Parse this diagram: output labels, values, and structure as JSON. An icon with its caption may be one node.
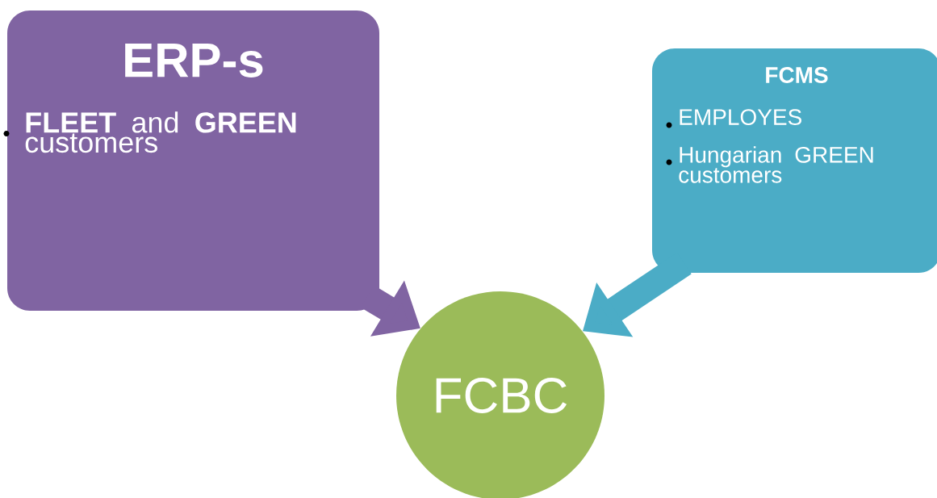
{
  "diagram": {
    "nodes": [
      {
        "text": [
          "ERP-s",
          "**FLEET** and **GREEN** customers"
        ]
      },
      {
        "text": [
          "FCMS",
          "EMPLOYES",
          "Hungarian GREEN customers"
        ]
      },
      {
        "text": [
          "FCBC"
        ]
      }
    ],
    "edges": [
      {
        "from": 0,
        "to": 2,
        "arrow": "to",
        "color": "#8064a2"
      },
      {
        "from": 1,
        "to": 2,
        "arrow": "to",
        "color": "#4bacc6"
      }
    ]
  }
}
